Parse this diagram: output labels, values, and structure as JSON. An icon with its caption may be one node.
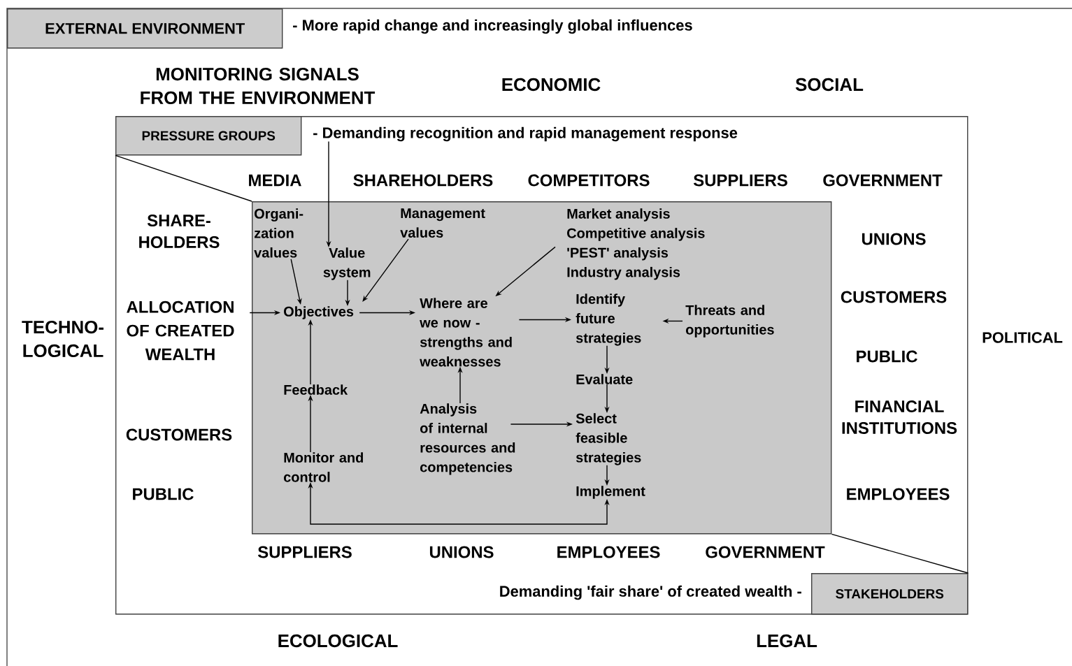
{
  "diagram": {
    "nodes": [
      {
        "text": [
          "EXTERNAL ENVIRONMENT"
        ],
        "beside": [
          "- More rapid change and increasingly global influences"
        ]
      },
      {
        "text": [],
        "shape": "box"
      },
      {
        "text": [
          "PRESSURE GROUPS"
        ],
        "in": 1
      },
      {
        "text": [
          "- Demanding recognition and rapid management response"
        ],
        "in": 1
      },
      {
        "text": [],
        "shape": "box",
        "in": 1
      },
      {
        "text": [
          "Organi- zation values"
        ],
        "in": 4
      },
      {
        "text": [
          "Value system"
        ],
        "in": 4
      },
      {
        "text": [
          "Management values"
        ],
        "in": 4
      },
      {
        "text": [
          "Market analysis",
          "Competitive analysis",
          "'PEST' analysis",
          "Industry analysis"
        ],
        "in": 4
      },
      {
        "text": [
          "Objectives"
        ],
        "in": 4
      },
      {
        "text": [
          "Where are we now - strengths and weaknesses"
        ],
        "in": 4
      },
      {
        "text": [
          "Identify future strategies"
        ],
        "in": 4
      },
      {
        "text": [
          "Threats and opportunities"
        ],
        "in": 4
      },
      {
        "text": [
          "Feedback"
        ],
        "in": 4
      },
      {
        "text": [
          "Analysis of internal resources and competencies"
        ],
        "in": 4
      },
      {
        "text": [
          "Evaluate"
        ],
        "in": 4
      },
      {
        "text": [
          "Select feasible strategies"
        ],
        "in": 4
      },
      {
        "text": [
          "Monitor and control"
        ],
        "in": 4
      },
      {
        "text": [
          "Implement"
        ],
        "in": 4
      },
      {
        "text": [
          "ALLOCATION OF CREATED WEALTH"
        ],
        "in": 1
      },
      {
        "text": [
          "STAKEHOLDERS"
        ],
        "in": 1,
        "beside": [
          "Demanding 'fair share' of created wealth -"
        ]
      }
    ],
    "edges": [
      {
        "from": 3,
        "to": 6,
        "arrow": "to"
      },
      {
        "from": 5,
        "to": 9,
        "arrow": "to"
      },
      {
        "from": 6,
        "to": 9,
        "arrow": "to"
      },
      {
        "from": 7,
        "to": 9,
        "arrow": "to"
      },
      {
        "from": 9,
        "to": 10,
        "arrow": "to"
      },
      {
        "from": 8,
        "to": 10,
        "arrow": "to"
      },
      {
        "from": 10,
        "to": 11,
        "arrow": "to"
      },
      {
        "from": 12,
        "to": 11,
        "arrow": "to"
      },
      {
        "from": 11,
        "to": 15,
        "arrow": "to"
      },
      {
        "from": 15,
        "to": 16,
        "arrow": "to"
      },
      {
        "from": 14,
        "to": 16,
        "arrow": "to"
      },
      {
        "from": 14,
        "to": 10,
        "arrow": "to"
      },
      {
        "from": 16,
        "to": 18,
        "arrow": "to"
      },
      {
        "from": 13,
        "to": 9,
        "arrow": "to"
      },
      {
        "from": 17,
        "to": 13,
        "arrow": "to"
      },
      {
        "from": 18,
        "to": 17,
        "arrow": "both"
      },
      {
        "from": 19,
        "to": 9,
        "arrow": "to"
      },
      {
        "from": 2,
        "to": 4,
        "arrow": "none"
      },
      {
        "from": 4,
        "to": 20,
        "arrow": "none"
      }
    ],
    "labels": [
      "MONITORING SIGNALS FROM THE ENVIRONMENT",
      "ECONOMIC",
      "SOCIAL",
      "MEDIA",
      "SHAREHOLDERS",
      "COMPETITORS",
      "SUPPLIERS",
      "GOVERNMENT",
      "SHARE- HOLDERS",
      "UNIONS",
      "CUSTOMERS",
      "TECHNO- LOGICAL",
      "PUBLIC",
      "POLITICAL",
      "FINANCIAL INSTITUTIONS",
      "CUSTOMERS",
      "PUBLIC",
      "EMPLOYEES",
      "SUPPLIERS",
      "UNIONS",
      "EMPLOYEES",
      "GOVERNMENT",
      "ECOLOGICAL",
      "LEGAL"
    ]
  }
}
